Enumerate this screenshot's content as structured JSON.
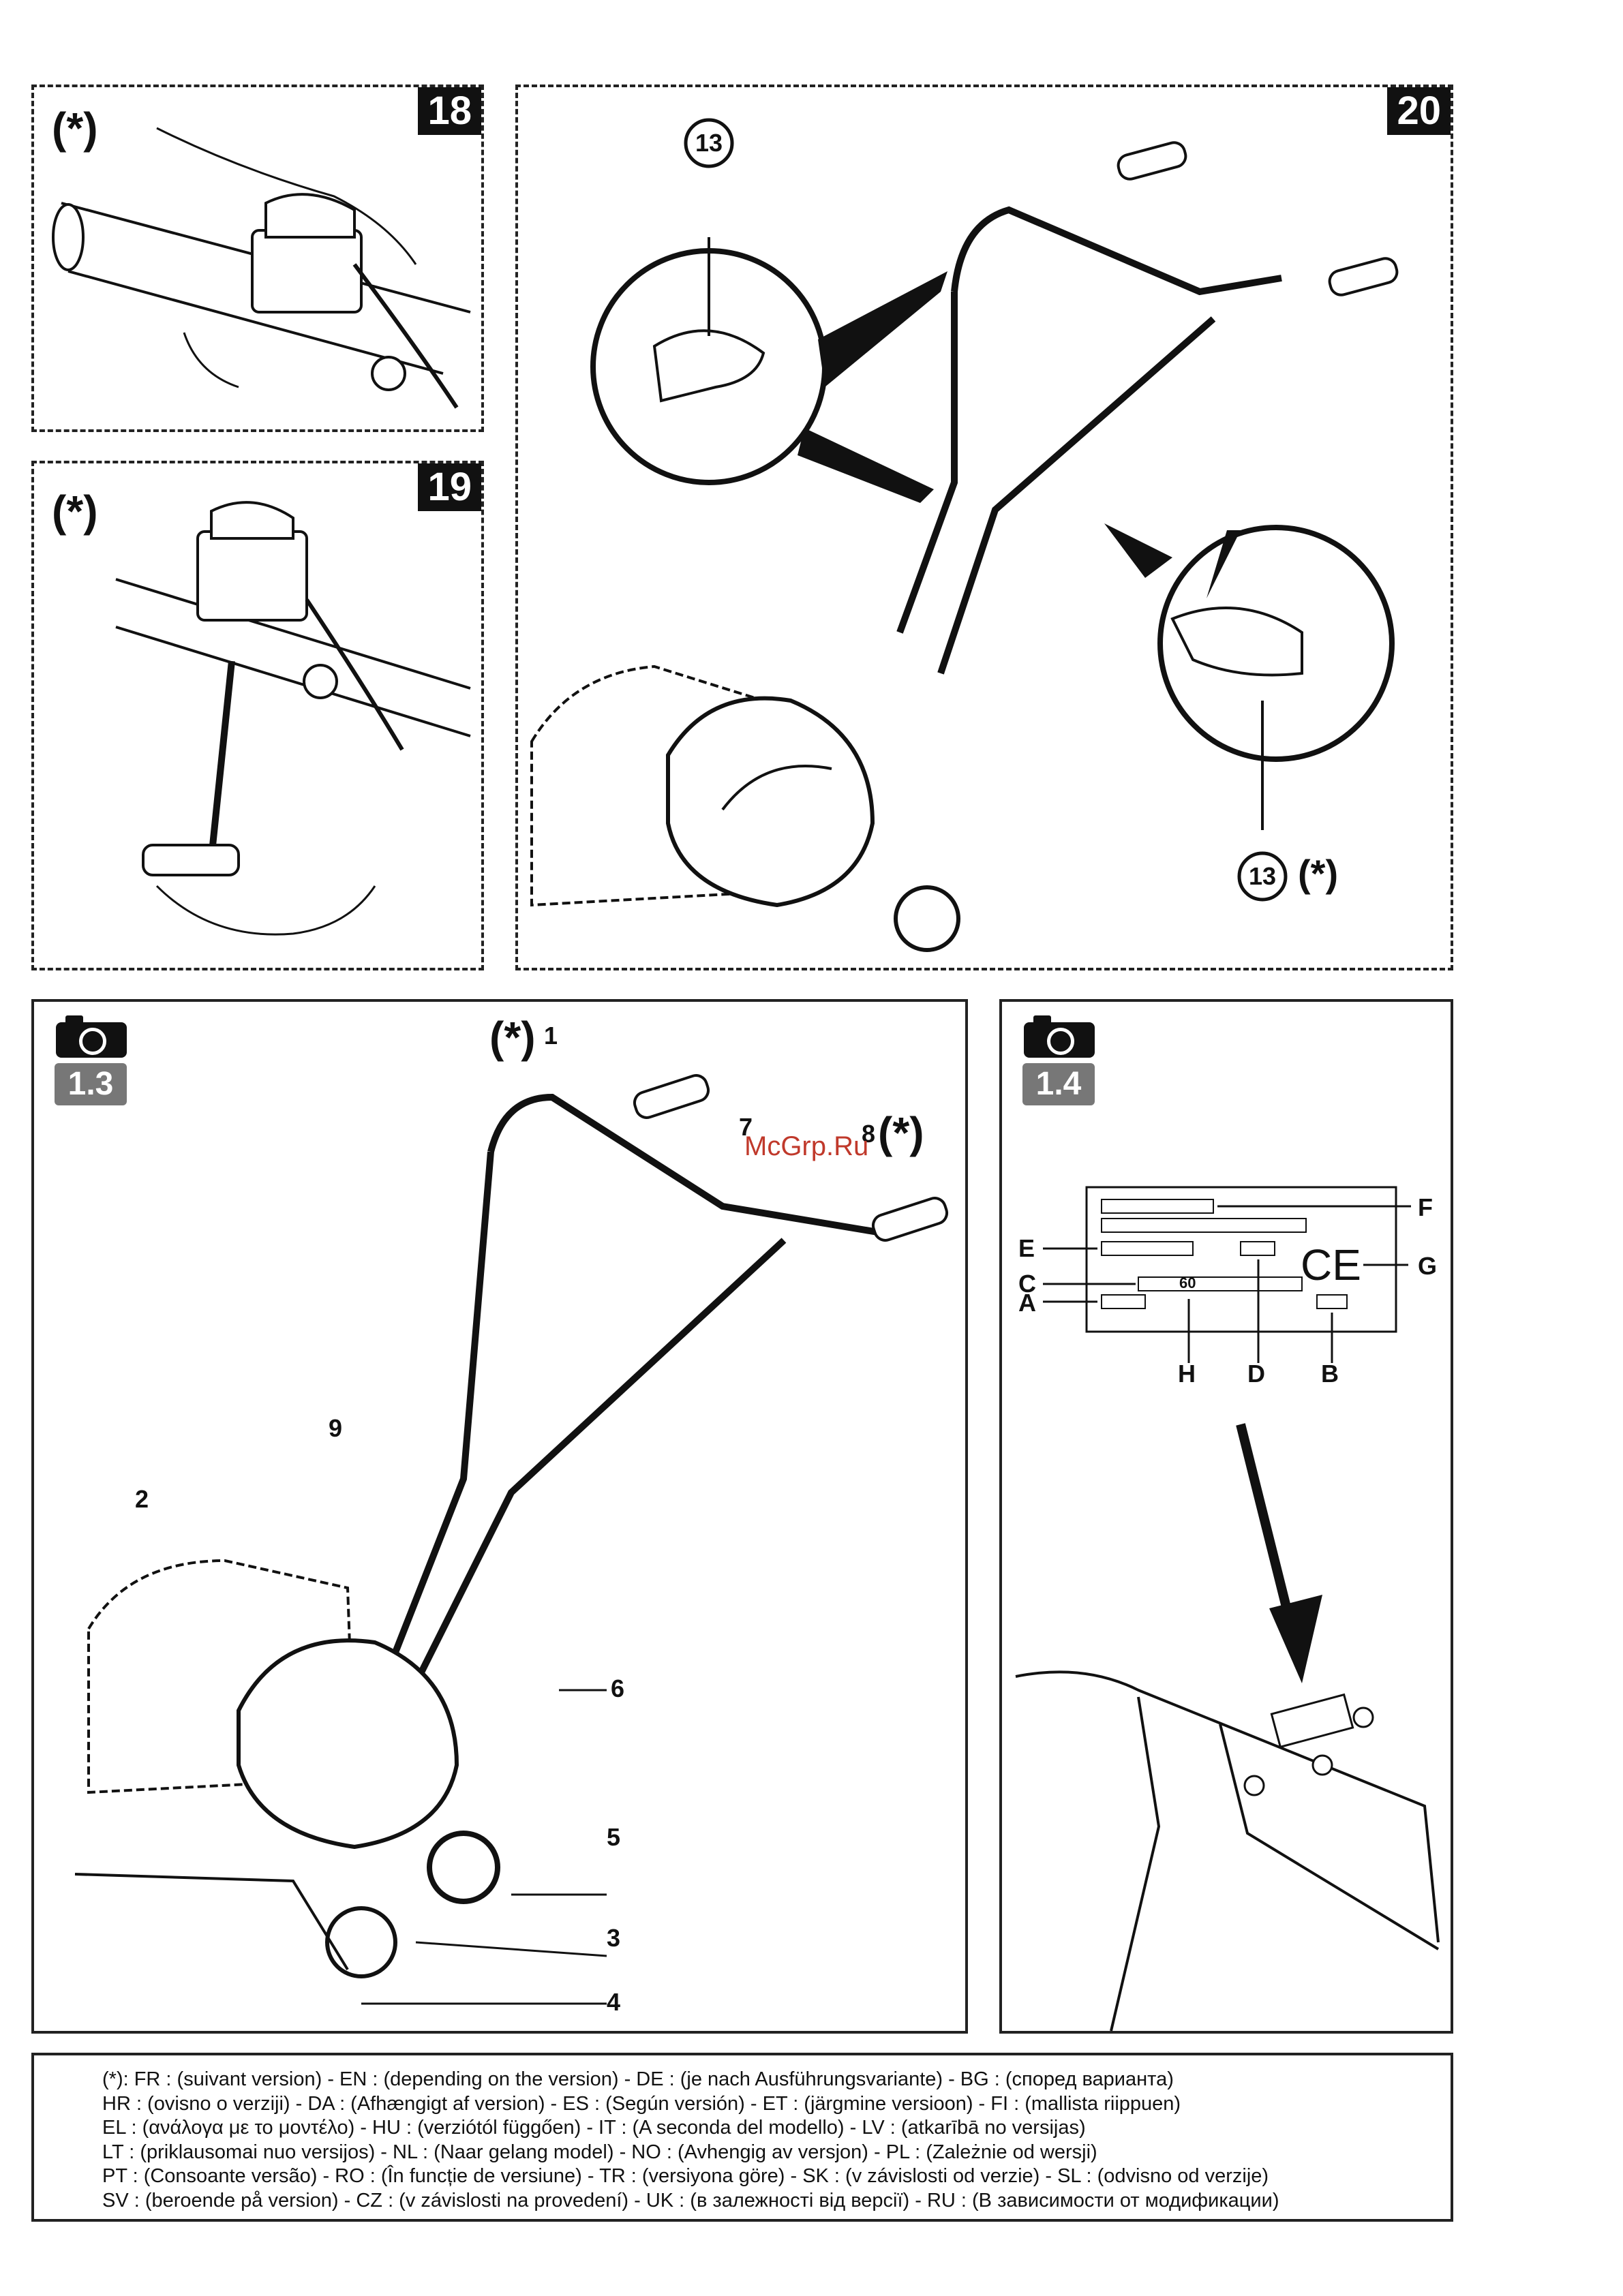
{
  "figures": {
    "fig18": {
      "number": "18",
      "asterisk": "(*)"
    },
    "fig19": {
      "number": "19",
      "asterisk": "(*)"
    },
    "fig20": {
      "number": "20",
      "callout_top": "13",
      "callout_bottom": "13",
      "callout_bottom_suffix": "(*)"
    },
    "photo13": {
      "ref": "1.3",
      "asterisk_1": "(*)",
      "asterisk_8": "(*)",
      "callouts": [
        "1",
        "2",
        "3",
        "4",
        "5",
        "6",
        "7",
        "8",
        "9"
      ]
    },
    "photo14": {
      "ref": "1.4",
      "ce_mark": "CE",
      "code_value": "60",
      "labels": [
        "A",
        "B",
        "C",
        "D",
        "E",
        "F",
        "G",
        "H"
      ]
    }
  },
  "watermark": "McGrp.Ru",
  "footer_lines": [
    "(*): FR : (suivant version) - EN : (depending on the version) - DE : (je nach Ausführungsvariante) - BG : (според варианта)",
    "HR : (ovisno o verziji) - DA : (Afhængigt af version) - ES : (Según versión) - ET : (järgmine versioon) - FI : (mallista riippuen)",
    "EL : (ανάλογα με το μοντέλο) - HU : (verziótól függően) - IT : (A seconda del modello) - LV : (atkarībā no versijas)",
    "LT : (priklausomai nuo versijos) - NL : (Naar gelang model) - NO : (Avhengig av versjon) - PL : (Zależnie od wersji)",
    "PT : (Consoante versão) - RO : (În funcție de versiune) - TR : (versiyona göre) - SK : (v závislosti od verzie) - SL : (odvisno od verzije)",
    "SV : (beroende på version) - CZ : (v závislosti na provedení) - UK : (в залежності від версії) - RU : (В зависимости от модификации)"
  ]
}
